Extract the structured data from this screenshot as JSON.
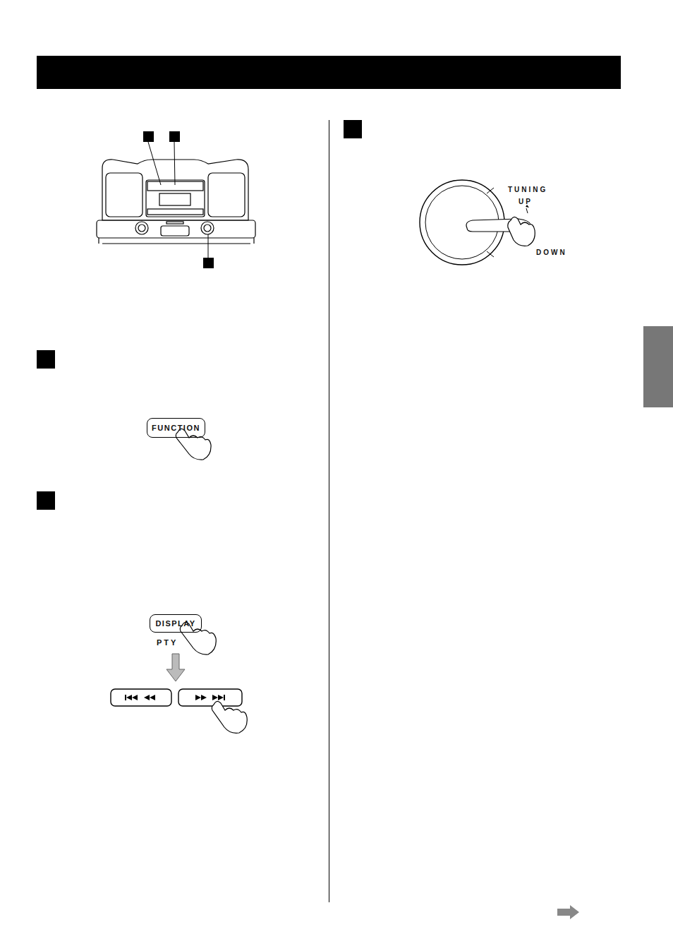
{
  "diagram": {
    "nodes": [
      {
        "text": [
          "FUNCTION"
        ]
      },
      {
        "text": [
          "DISPLAY",
          "PTY"
        ]
      }
    ],
    "labels": [
      "TUNING",
      "UP",
      "DOWN"
    ]
  }
}
